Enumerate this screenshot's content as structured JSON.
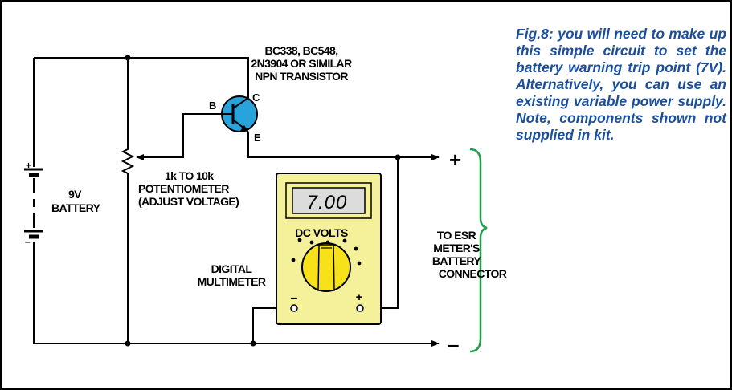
{
  "caption": "Fig.8: you will need to make up this simple circuit to set the battery warning trip point (7V). Alternatively, you can use an existing variable power supply. Note, components shown not supplied in kit.",
  "transistor": {
    "label_lines": [
      "BC338, BC548,",
      "2N3904 OR SIMILAR",
      "NPN TRANSISTOR"
    ],
    "pin_b": "B",
    "pin_c": "C",
    "pin_e": "E"
  },
  "potentiometer": {
    "label_lines": [
      "1k TO 10k",
      "POTENTIOMETER",
      "(ADJUST VOLTAGE)"
    ]
  },
  "battery": {
    "label_lines": [
      "9V",
      "BATTERY"
    ],
    "plus": "+",
    "minus": "–"
  },
  "multimeter": {
    "label_lines": [
      "DIGITAL",
      "MULTIMETER"
    ],
    "display": "7.00",
    "dial_label": "DC VOLTS",
    "neg_terminal": "–",
    "pos_terminal": "+"
  },
  "output": {
    "plus": "+",
    "minus": "–",
    "label_lines": [
      "TO ESR",
      "METER'S",
      "BATTERY",
      "CONNECTOR"
    ]
  },
  "colors": {
    "plus": "#e31b23",
    "minus": "#1f9ad6",
    "bracket": "#1f9f4a",
    "caption": "#1a4f9e",
    "meter_body": "#f5f09a",
    "knob": "#f7e11b",
    "lcd": "#dcdcdc"
  }
}
